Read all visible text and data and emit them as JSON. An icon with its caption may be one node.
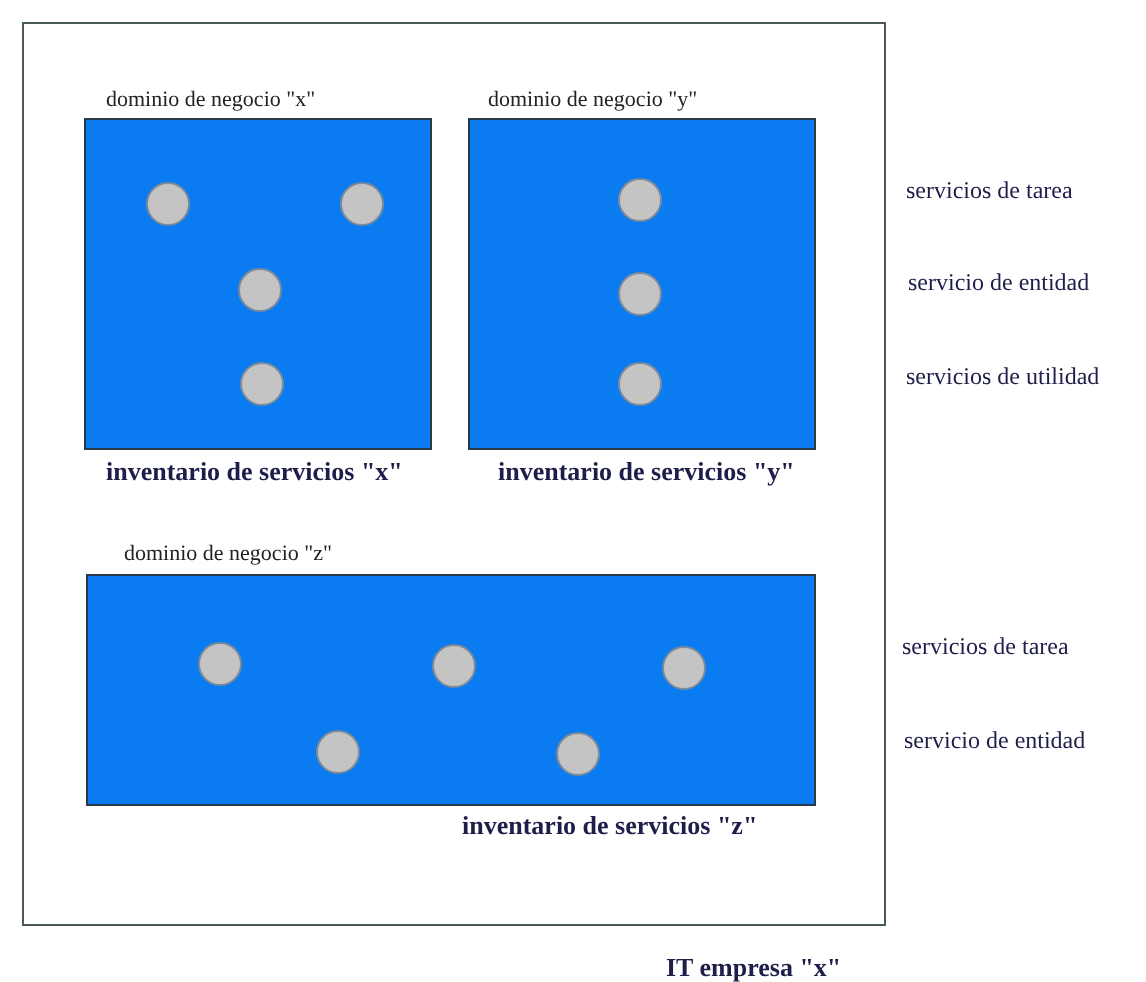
{
  "diagram": {
    "nodes": [
      {
        "text": [
          "IT empresa \"x\""
        ]
      },
      {
        "text": [
          "dominio de negocio \"x\"",
          "inventario de servicios \"x\""
        ],
        "in": 0
      },
      {
        "text": [],
        "shape": "circle",
        "in": 1
      },
      {
        "text": [],
        "shape": "circle",
        "in": 1
      },
      {
        "text": [],
        "shape": "circle",
        "in": 1
      },
      {
        "text": [],
        "shape": "circle",
        "in": 1
      },
      {
        "text": [
          "dominio de negocio \"y\"",
          "inventario de servicios \"y\""
        ],
        "in": 0
      },
      {
        "text": [],
        "shape": "circle",
        "in": 6
      },
      {
        "text": [],
        "shape": "circle",
        "in": 6
      },
      {
        "text": [],
        "shape": "circle",
        "in": 6
      },
      {
        "text": [
          "dominio de negocio \"z\"",
          "inventario de servicios \"z\""
        ],
        "in": 0
      },
      {
        "text": [],
        "shape": "circle",
        "in": 10
      },
      {
        "text": [],
        "shape": "circle",
        "in": 10
      },
      {
        "text": [],
        "shape": "circle",
        "in": 10
      },
      {
        "text": [],
        "shape": "circle",
        "in": 10
      },
      {
        "text": [],
        "shape": "circle",
        "in": 10
      }
    ],
    "labels": [
      "servicios de tarea",
      "servicio de entidad",
      "servicios de utilidad",
      "servicios de tarea",
      "servicio de entidad"
    ]
  }
}
